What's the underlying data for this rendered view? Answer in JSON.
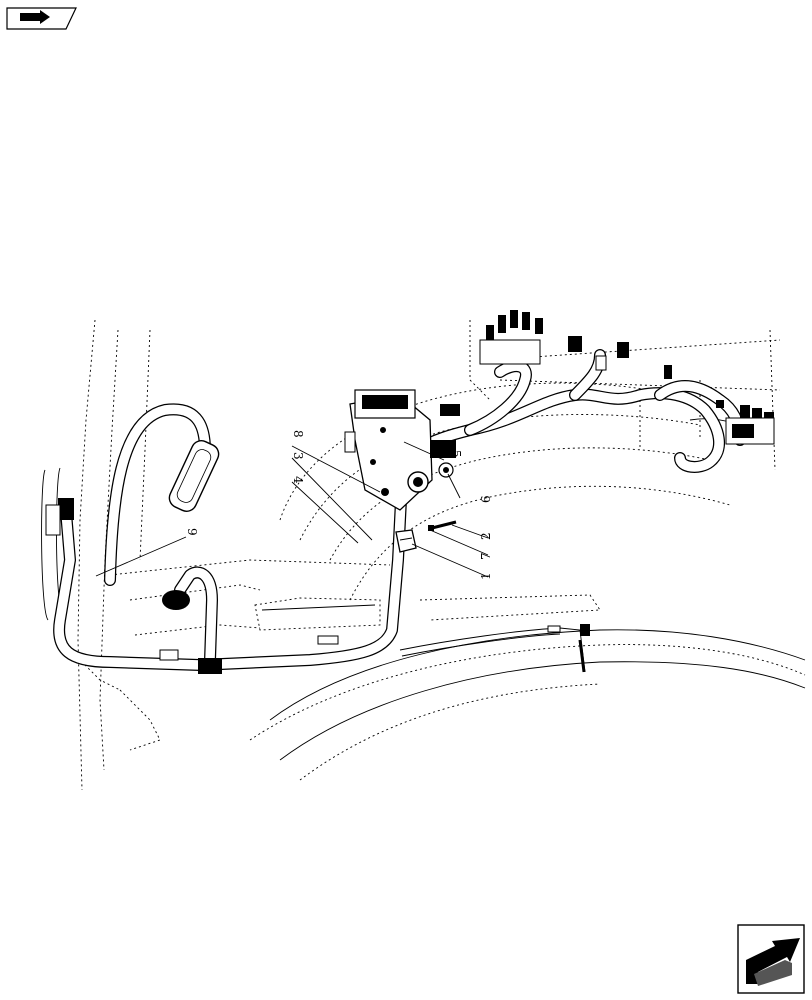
{
  "navigation": {
    "prev_icon": "hand-pointer-icon",
    "next_icon": "next-arrow-icon"
  },
  "callouts": [
    {
      "id": "c1",
      "label": "1"
    },
    {
      "id": "c2",
      "label": "2"
    },
    {
      "id": "c3",
      "label": "3"
    },
    {
      "id": "c4",
      "label": "4"
    },
    {
      "id": "c5",
      "label": "5"
    },
    {
      "id": "c6",
      "label": "6"
    },
    {
      "id": "c7",
      "label": "7"
    },
    {
      "id": "c8",
      "label": "8"
    },
    {
      "id": "c9",
      "label": "9"
    }
  ]
}
